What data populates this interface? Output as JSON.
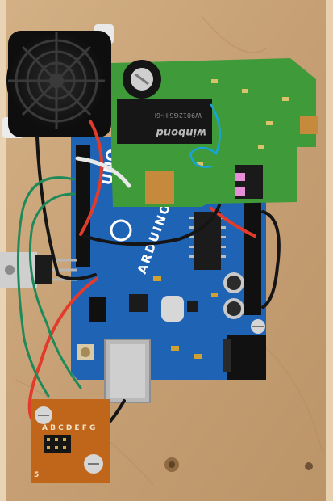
{
  "photo": {
    "board_brand_vertical": "ARDUINO",
    "board_model": "UNO",
    "chip_brand": "winbond",
    "chip_code": "W9812G6JH-6I",
    "header_letters": "A B C D E F G",
    "header_number": "5"
  },
  "colors": {
    "wood": "#c9a47a",
    "arduino_blue": "#1f63b5",
    "pcb_green": "#3f9a3a",
    "perfboard_orange": "#c0661a",
    "wire_red": "#e23b2c",
    "wire_green": "#1e8a5a",
    "wire_black": "#151515",
    "wire_white": "#e8e8e8",
    "wire_cyan": "#1aa3d6"
  }
}
